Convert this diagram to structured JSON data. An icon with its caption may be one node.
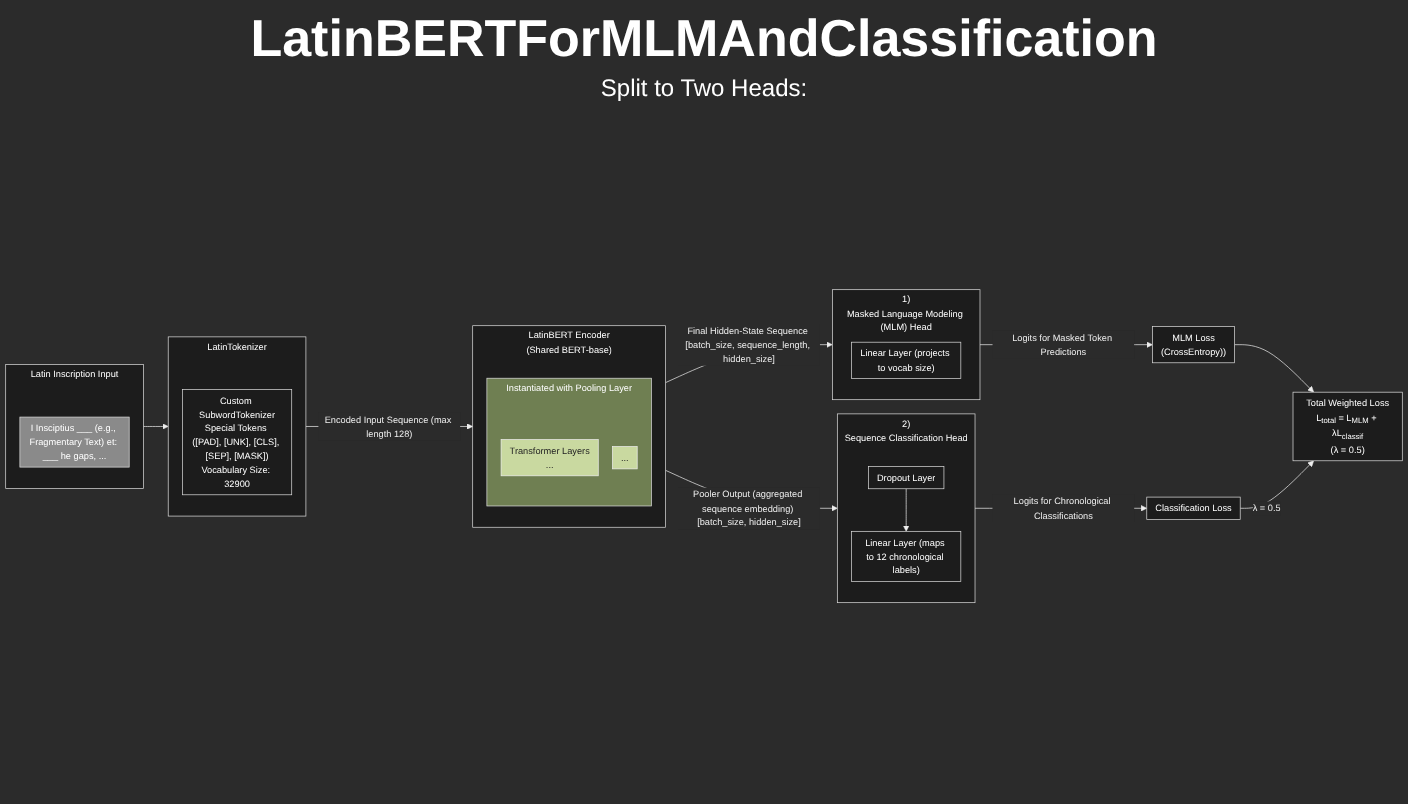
{
  "diagram": {
    "title": "LatinBERTForMLMAndClassification",
    "nodes": [
      {
        "text": [
          "Latin Inscription Input"
        ]
      },
      {
        "text": [
          "I Insciptius ___ (e.g., Fragmentary Text) et: ___ he gaps, ..."
        ],
        "in": 0
      },
      {
        "text": [
          "LatinTokenizer"
        ]
      },
      {
        "text": [
          "Custom SubwordTokenizer",
          "Special Tokens ([PAD], [UNK], [CLS], [SEP], [MASK])",
          "Vocabulary Size: 32900"
        ],
        "in": 2
      },
      {
        "text": [
          "LatinBERT Encoder",
          "(Shared BERT-base)"
        ]
      },
      {
        "text": [
          "Instantiated with Pooling Layer"
        ],
        "in": 4
      },
      {
        "text": [
          "Transformer Layers",
          "..."
        ],
        "in": 5
      },
      {
        "text": [
          "..."
        ],
        "in": 5
      },
      {
        "text": [
          "Masked Language Modeling (MLM) Head"
        ],
        "beside": [
          "1)"
        ]
      },
      {
        "text": [
          "Linear Layer (projects to vocab size)"
        ],
        "in": 8
      },
      {
        "text": [
          "Sequence Classification Head"
        ],
        "beside": [
          "2)"
        ]
      },
      {
        "text": [
          "Dropout Layer"
        ],
        "in": 10
      },
      {
        "text": [
          "Linear Layer (maps to 12 chronological labels)"
        ],
        "in": 10
      },
      {
        "text": [
          "MLM Loss",
          "(CrossEntropy))"
        ]
      },
      {
        "text": [
          "Total Weighted Loss",
          "L$_{total}$ = L$_{MLM}$ + λL$_{classif}$",
          "(λ = 0.5)"
        ]
      },
      {
        "text": [
          "Classification Loss"
        ]
      }
    ],
    "edges": [
      {
        "from": 0,
        "to": 2,
        "arrow": "to"
      },
      {
        "from": 2,
        "to": 4,
        "arrow": "to",
        "label": "Encoded Input Sequence (max length 128)"
      },
      {
        "from": 4,
        "to": 8,
        "arrow": "to",
        "label": "Final Hidden-State Sequence [batch_size, sequence_length, hidden_size]"
      },
      {
        "from": 4,
        "to": 10,
        "arrow": "to",
        "label": "Pooler Output (aggregated sequence embedding) [batch_size, hidden_size]"
      },
      {
        "from": 11,
        "to": 12,
        "arrow": "to"
      },
      {
        "from": 8,
        "to": 13,
        "arrow": "to",
        "label": "Logits for Masked Token Predictions"
      },
      {
        "from": 10,
        "to": 15,
        "arrow": "to",
        "label": "Logits for Chronological Classifications"
      },
      {
        "from": 13,
        "to": 14,
        "arrow": "to"
      },
      {
        "from": 15,
        "to": 14,
        "arrow": "to",
        "label": "λ = 0.5"
      }
    ],
    "labels": [
      "Split to Two Heads:"
    ]
  }
}
